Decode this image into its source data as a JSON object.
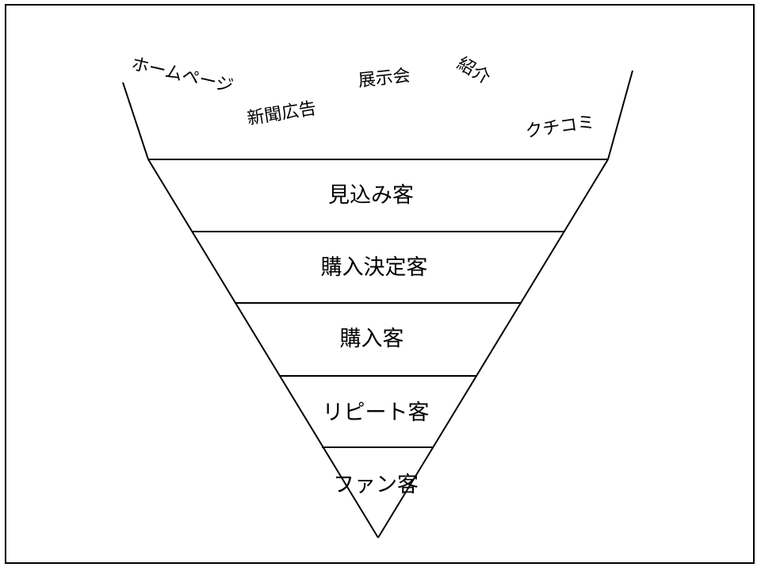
{
  "channels": [
    "ホームページ",
    "新聞広告",
    "展示会",
    "紹介",
    "クチコミ"
  ],
  "stages": [
    "見込み客",
    "購入決定客",
    "購入客",
    "リピート客",
    "ファン客"
  ],
  "colors": {
    "line": "#000000",
    "background": "#ffffff"
  }
}
